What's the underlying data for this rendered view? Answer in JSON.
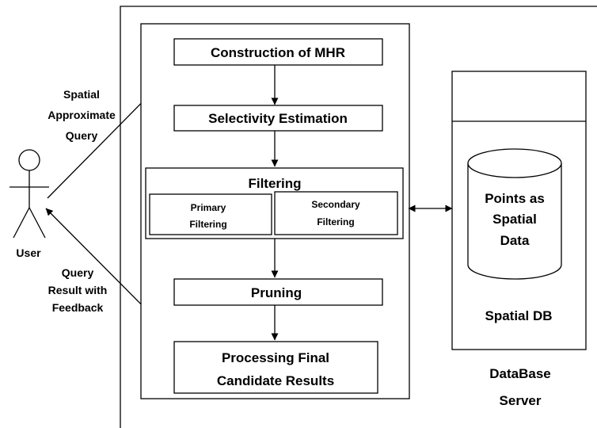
{
  "actor": {
    "label": "User"
  },
  "request": {
    "lines": [
      "Spatial",
      "Approximate",
      "Query"
    ]
  },
  "response": {
    "lines": [
      "Query",
      "Result with",
      "Feedback"
    ]
  },
  "pipeline": {
    "construction": "Construction of MHR",
    "selectivity": "Selectivity Estimation",
    "filtering": {
      "title": "Filtering",
      "primary": [
        "Primary",
        "Filtering"
      ],
      "secondary": [
        "Secondary",
        "Filtering"
      ]
    },
    "pruning": "Pruning",
    "final": [
      "Processing Final",
      "Candidate Results"
    ]
  },
  "database": {
    "cylinder": [
      "Points as",
      "Spatial",
      "Data"
    ],
    "label": "Spatial DB"
  },
  "server": {
    "lines": [
      "DataBase",
      "Server"
    ]
  }
}
